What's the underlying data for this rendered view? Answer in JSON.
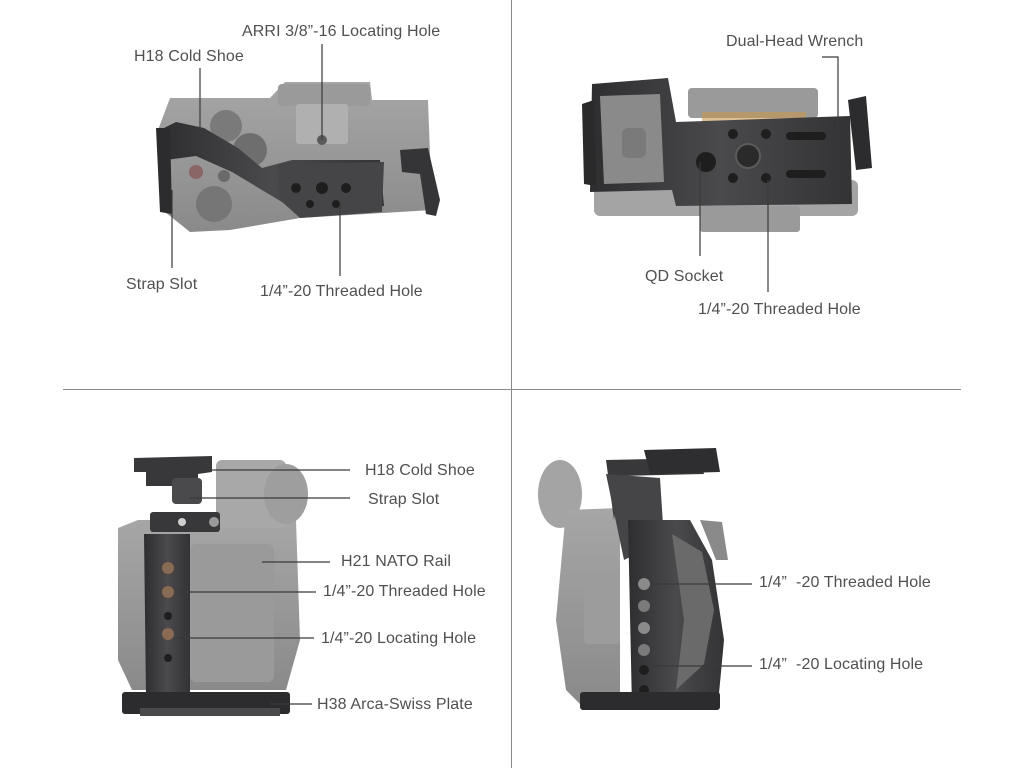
{
  "colors": {
    "divider": "#8a8a8a",
    "leader": "#3a3a3a",
    "label_text": "#505050",
    "camera_body": "#8c8c8c",
    "camera_body_light": "#a4a4a4",
    "cage_metal": "#3e3e40",
    "cage_metal_dark": "#2c2c2e"
  },
  "panels": {
    "top_left": {
      "labels": {
        "arri_hole": "ARRI 3/8”-16 Locating Hole",
        "cold_shoe": "H18 Cold Shoe",
        "strap_slot": "Strap Slot",
        "threaded_hole": "1/4”-20 Threaded Hole"
      }
    },
    "top_right": {
      "labels": {
        "wrench": "Dual-Head Wrench",
        "qd_socket": "QD Socket",
        "threaded_hole": "1/4”-20 Threaded Hole"
      }
    },
    "bottom_left": {
      "labels": {
        "cold_shoe": "H18 Cold Shoe",
        "strap_slot": "Strap Slot",
        "nato_rail": "H21 NATO Rail",
        "threaded_hole": "1/4”-20 Threaded Hole",
        "locating_hole": "1/4”-20 Locating Hole",
        "arca_plate": "H38 Arca-Swiss Plate"
      }
    },
    "bottom_right": {
      "labels": {
        "threaded_hole": "1/4”  -20 Threaded Hole",
        "locating_hole": "1/4”  -20 Locating Hole"
      }
    }
  }
}
